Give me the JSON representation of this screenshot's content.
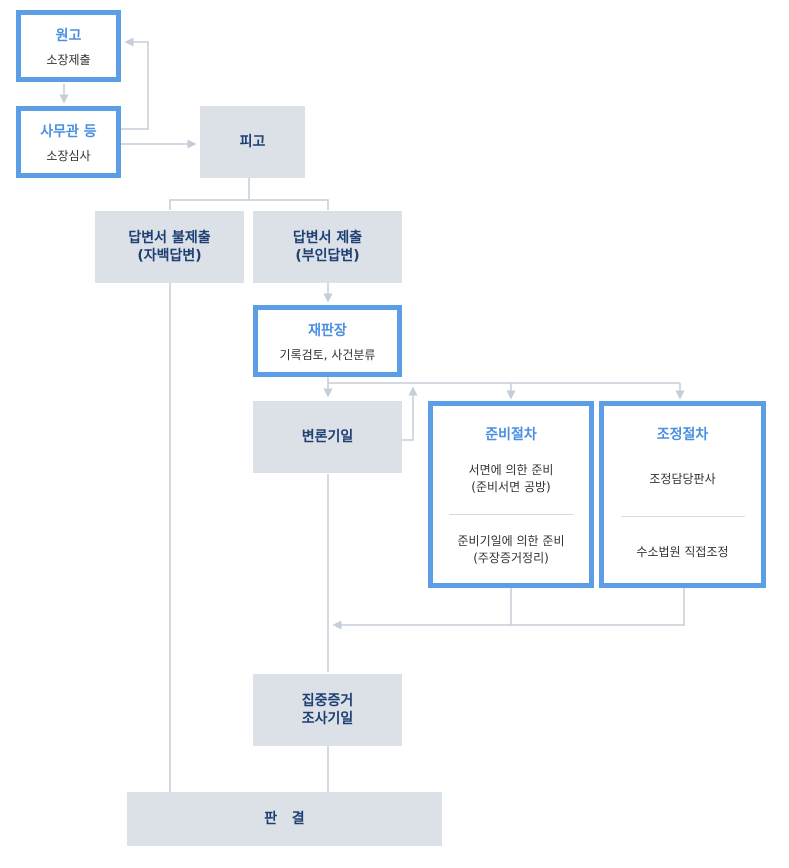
{
  "nodes": {
    "plaintiff": {
      "title": "원고",
      "sub": "소장제출"
    },
    "clerk": {
      "title": "사무관 등",
      "sub": "소장심사"
    },
    "defendant": {
      "title": "피고"
    },
    "no_answer": {
      "title": "답변서 불제출\n(자백답변)"
    },
    "answer": {
      "title": "답변서 제출\n(부인답변)"
    },
    "judge": {
      "title": "재판장",
      "sub": "기록검토, 사건분류"
    },
    "hearing": {
      "title": "변론기일"
    },
    "prep": {
      "title": "준비절차",
      "item1": "서면에 의한 준비\n(준비서면 공방)",
      "item2": "준비기일에 의한 준비\n(주장증거정리)"
    },
    "mediation": {
      "title": "조정절차",
      "item1": "조정담당판사",
      "item2": "수소법원 직접조정"
    },
    "evidence": {
      "title": "집중증거\n조사기일"
    },
    "verdict": {
      "title": "판   결"
    }
  },
  "colors": {
    "accent": "#5b9ee6",
    "box": "#dce1e8",
    "line": "#c5ced9",
    "title_dark": "#1e3f73"
  }
}
